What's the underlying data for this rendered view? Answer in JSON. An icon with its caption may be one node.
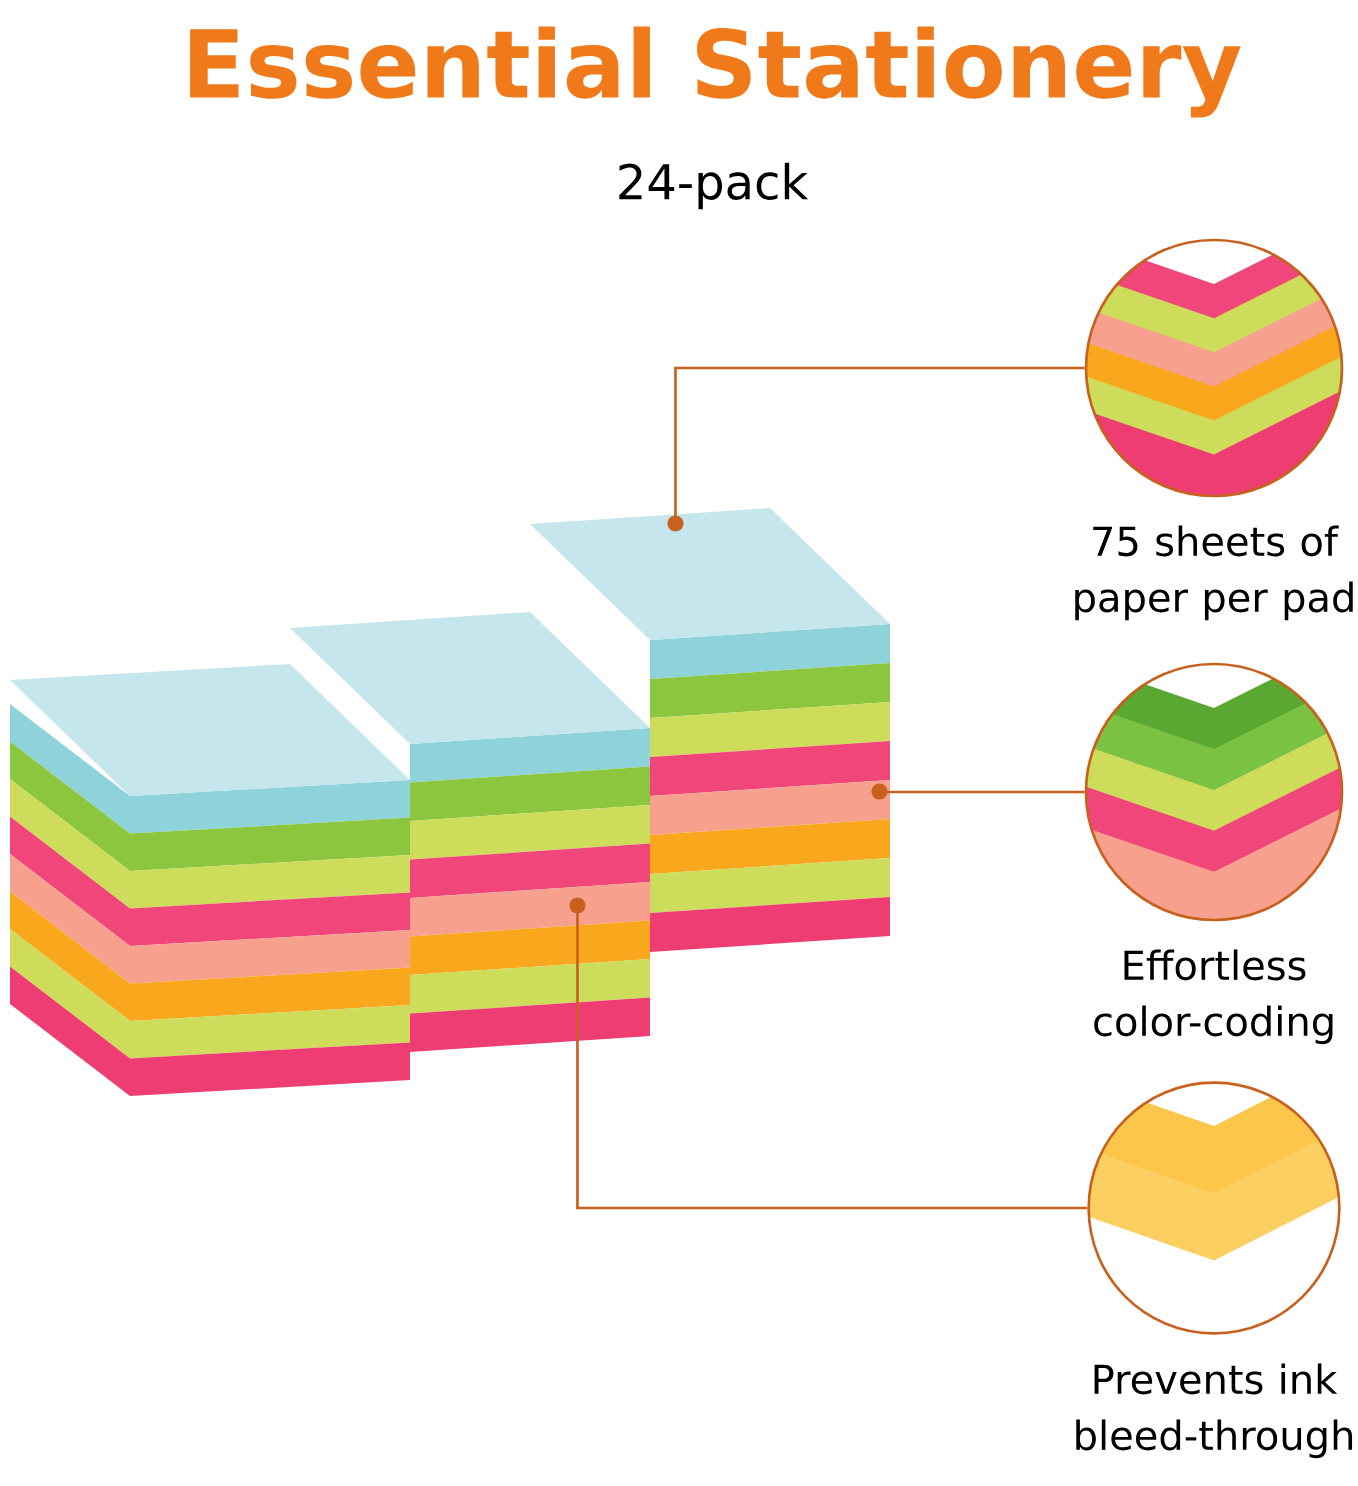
{
  "diagram": {
    "title": "Essential Stationery",
    "nodes": [
      {
        "text": [],
        "shape": "picture"
      },
      {
        "text": [],
        "shape": "picture"
      },
      {
        "text": [],
        "shape": "picture"
      },
      {
        "text": [
          "75 sheets of paper per pad"
        ]
      },
      {
        "text": [
          "Effortless color-coding"
        ]
      },
      {
        "text": [
          "Prevents ink bleed-through"
        ]
      }
    ],
    "edges": [
      {
        "from": 3,
        "to": 2,
        "arrow": "other"
      },
      {
        "from": 4,
        "to": 2,
        "arrow": "other"
      },
      {
        "from": 5,
        "to": 1,
        "arrow": "other"
      }
    ],
    "labels": [
      "24-pack"
    ]
  }
}
